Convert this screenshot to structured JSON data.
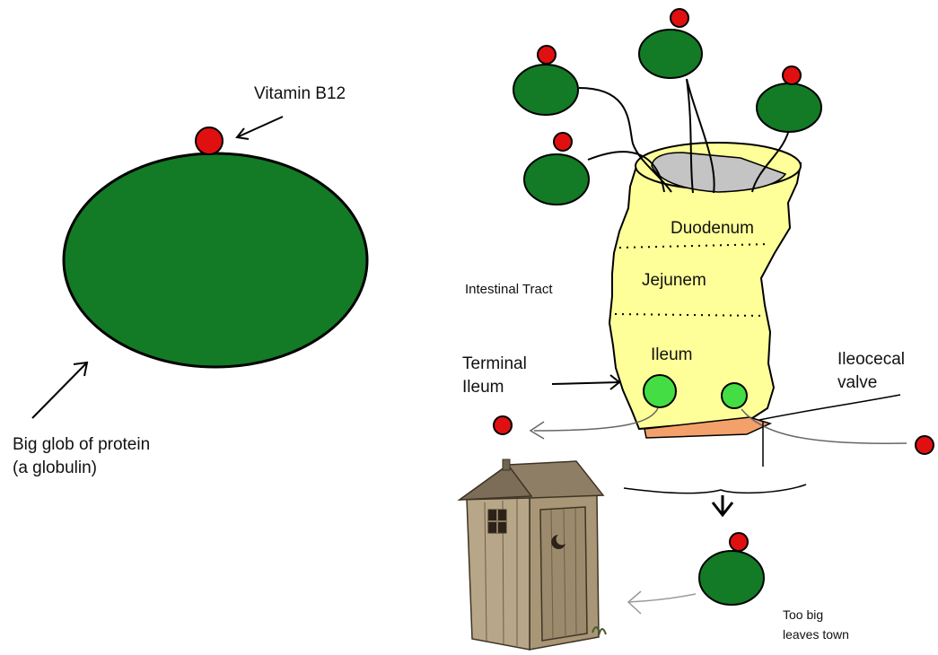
{
  "labels": {
    "vitamin_b12": "Vitamin B12",
    "protein_line1": "Big glob of protein",
    "protein_line2": "(a globulin)",
    "intestinal_tract": "Intestinal Tract",
    "duodenum": "Duodenum",
    "jejunem": "Jejunem",
    "ileum": "Ileum",
    "terminal_line1": "Terminal",
    "terminal_line2": "Ileum",
    "ileocecal_line1": "Ileocecal",
    "ileocecal_line2": "valve",
    "too_big_line1": "Too big",
    "too_big_line2": "leaves town"
  },
  "colors": {
    "protein_green": "#137a25",
    "b12_red": "#e01010",
    "intestine_yellow": "#ffff99",
    "valve_orange": "#f4a06a",
    "receptor_green": "#44dd44",
    "outhouse_wood": "#a89676",
    "outhouse_roof": "#8f7e66",
    "lumen_gray": "#c4c4c4"
  }
}
